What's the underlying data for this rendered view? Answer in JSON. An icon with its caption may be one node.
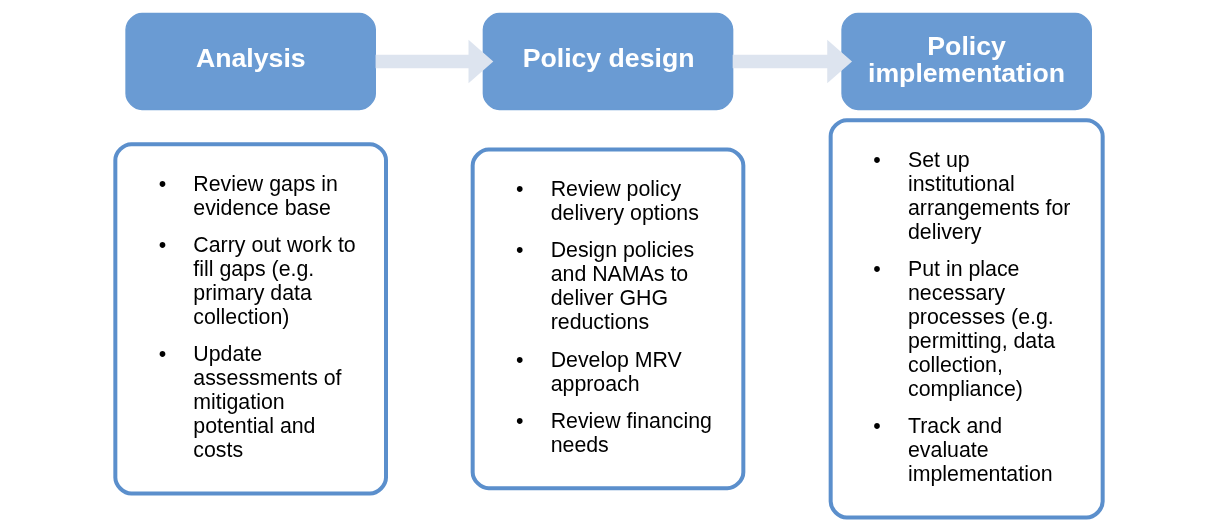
{
  "diagram": {
    "nodes": [
      {
        "text": [
          "Analysis"
        ]
      },
      {
        "text": [
          "• Review gaps in evidence base",
          "• Carry out work to fill gaps (e.g. primary data collection)",
          "• Update assessments of mitigation potential and costs"
        ]
      },
      {
        "text": [
          "Policy design"
        ]
      },
      {
        "text": [
          "• Review policy delivery options",
          "• Design policies and NAMAs to deliver GHG reductions",
          "• Develop MRV approach",
          "• Review financing needs"
        ]
      },
      {
        "text": [
          "Policy implementation"
        ]
      },
      {
        "text": [
          "• Set up institutional arrangements for delivery",
          "• Put in place necessary processes (e.g. permitting, data collection, compliance)",
          "• Track and evaluate implementation"
        ]
      }
    ],
    "edges": [
      {
        "from": 0,
        "to": 2,
        "arrow": "to",
        "color": "#dde4ef"
      },
      {
        "from": 2,
        "to": 4,
        "arrow": "to",
        "color": "#dde4ef"
      }
    ]
  }
}
